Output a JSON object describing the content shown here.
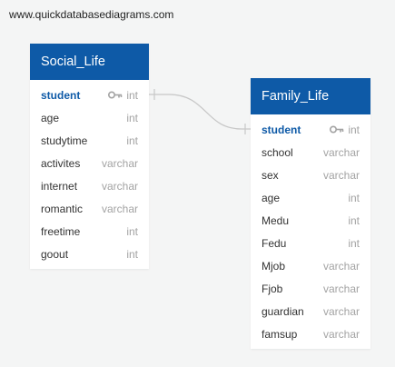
{
  "watermark": "www.quickdatabasediagrams.com",
  "colors": {
    "header_bg": "#0e5aa7",
    "canvas_bg": "#f4f5f5",
    "connector": "#c7c7c7"
  },
  "tables": [
    {
      "name": "Social_Life",
      "columns": [
        {
          "name": "student",
          "type": "int",
          "pk": true
        },
        {
          "name": "age",
          "type": "int"
        },
        {
          "name": "studytime",
          "type": "int"
        },
        {
          "name": "activites",
          "type": "varchar"
        },
        {
          "name": "internet",
          "type": "varchar"
        },
        {
          "name": "romantic",
          "type": "varchar"
        },
        {
          "name": "freetime",
          "type": "int"
        },
        {
          "name": "goout",
          "type": "int"
        }
      ]
    },
    {
      "name": "Family_Life",
      "columns": [
        {
          "name": "student",
          "type": "int",
          "pk": true
        },
        {
          "name": "school",
          "type": "varchar"
        },
        {
          "name": "sex",
          "type": "varchar"
        },
        {
          "name": "age",
          "type": "int"
        },
        {
          "name": "Medu",
          "type": "int"
        },
        {
          "name": "Fedu",
          "type": "int"
        },
        {
          "name": "Mjob",
          "type": "varchar"
        },
        {
          "name": "Fjob",
          "type": "varchar"
        },
        {
          "name": "guardian",
          "type": "varchar"
        },
        {
          "name": "famsup",
          "type": "varchar"
        }
      ]
    }
  ]
}
